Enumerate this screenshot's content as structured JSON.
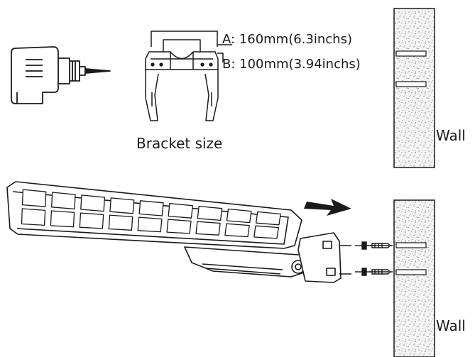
{
  "bracket": {
    "dim_a": "A: 160mm(6.3inchs)",
    "dim_b": "B: 100mm(3.94inchs)",
    "caption": "Bracket size"
  },
  "walls": {
    "top_label": "Wall",
    "bottom_label": "Wall"
  },
  "icons": {
    "drill": "drill-icon",
    "arrow": "direction-arrow-icon",
    "screw": "anchor-screw-icon"
  },
  "colors": {
    "line": "#1a1a1a",
    "wall_fill": "#f4f4f4",
    "speckle": "#555555"
  }
}
